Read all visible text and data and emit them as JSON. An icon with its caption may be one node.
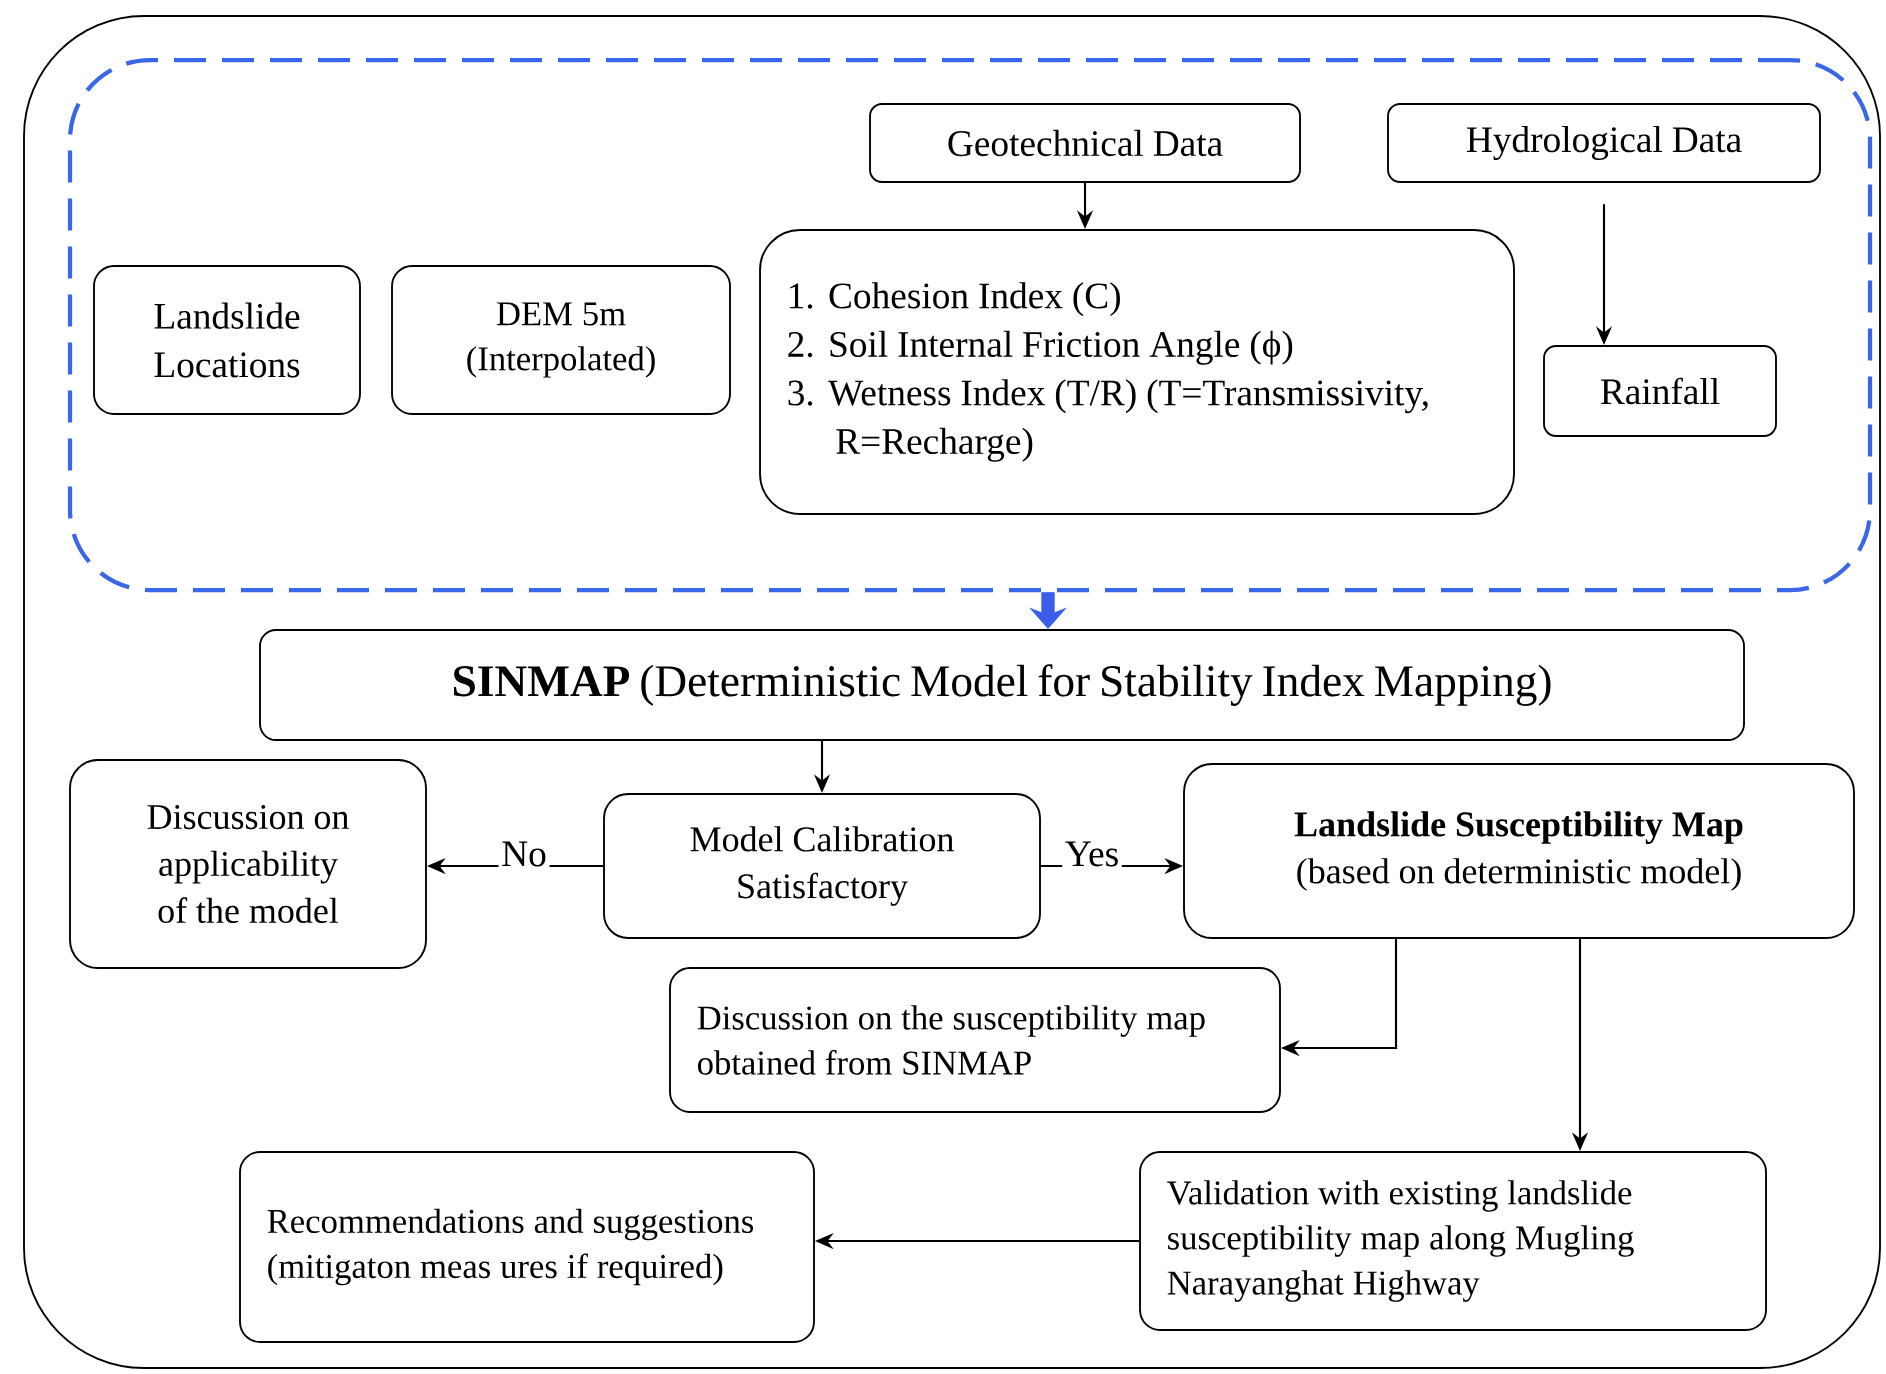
{
  "diagram": {
    "nodes": [
      {
        "text": [],
        "shape": "box"
      },
      {
        "text": [],
        "shape": "box",
        "in": 0
      },
      {
        "text": [
          "Landslide Locations"
        ],
        "in": 1
      },
      {
        "text": [
          "DEM 5m (Interpolated)"
        ],
        "in": 1
      },
      {
        "text": [
          "Geotechnical Data"
        ],
        "in": 1
      },
      {
        "text": [
          "1. Cohesion Index (C)",
          "2. Soil Internal Friction Angle (ϕ)",
          "3. Wetness Index (T/R) (T=Transmissivity, R=Recharge)"
        ],
        "in": 1
      },
      {
        "text": [
          "Hydrological Data"
        ],
        "in": 1
      },
      {
        "text": [
          "Rainfall"
        ],
        "in": 1
      },
      {
        "text": [
          "**SINMAP** (Deterministic Model for Stability Index Mapping)"
        ],
        "in": 0
      },
      {
        "text": [
          "Discussion on applicability of the model"
        ],
        "in": 0
      },
      {
        "text": [
          "Model Calibration Satisfactory"
        ],
        "in": 0
      },
      {
        "text": [
          "Landslide Susceptibility Map",
          "(based on deterministic model)"
        ],
        "in": 0
      },
      {
        "text": [
          "Discussion on the susceptibility map obtained from SINMAP"
        ],
        "in": 0
      },
      {
        "text": [
          "Recommendations and suggestions (mitigaton meas ures if required)"
        ],
        "in": 0
      },
      {
        "text": [
          "Validation with existing landslide susceptibility map along Mugling Narayanghat Highway"
        ],
        "in": 0
      }
    ],
    "edges": [
      {
        "from": 4,
        "to": 5,
        "arrow": "to"
      },
      {
        "from": 6,
        "to": 7,
        "arrow": "to"
      },
      {
        "from": 1,
        "to": 8,
        "arrow": "to",
        "style": "thick",
        "color": "#3a5ee8"
      },
      {
        "from": 8,
        "to": 10,
        "arrow": "to"
      },
      {
        "from": 10,
        "to": 9,
        "arrow": "to",
        "label": "No"
      },
      {
        "from": 10,
        "to": 11,
        "arrow": "to",
        "label": "Yes"
      },
      {
        "from": 11,
        "to": 12,
        "arrow": "to"
      },
      {
        "from": 11,
        "to": 14,
        "arrow": "to"
      },
      {
        "from": 14,
        "to": 13,
        "arrow": "to"
      }
    ]
  }
}
